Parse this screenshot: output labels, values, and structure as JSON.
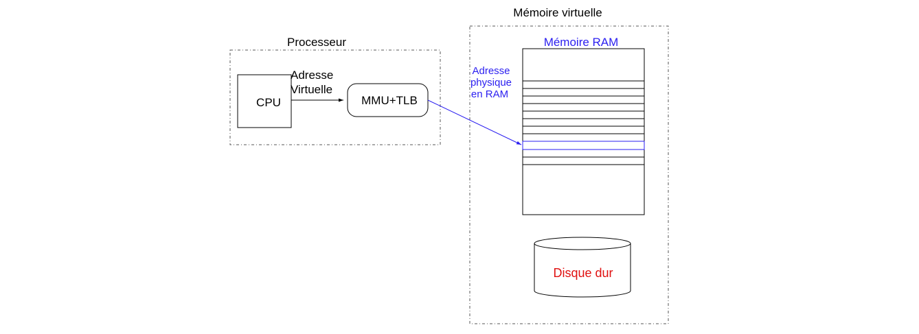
{
  "diagram": {
    "processor": {
      "title": "Processeur",
      "cpu_label": "CPU",
      "virtual_address_line1": "Adresse",
      "virtual_address_line2": "Virtuelle",
      "mmu_label": "MMU+TLB"
    },
    "virtual_memory": {
      "title": "Mémoire virtuelle",
      "ram_title": "Mémoire RAM",
      "physical_address_line1": "Adresse",
      "physical_address_line2": "physique",
      "physical_address_line3": "en RAM",
      "disk_label": "Disque dur"
    },
    "colors": {
      "ram_accent": "#2a1ef0",
      "disk_text": "#e01010",
      "ink": "#000000",
      "frame": "#555555"
    }
  }
}
